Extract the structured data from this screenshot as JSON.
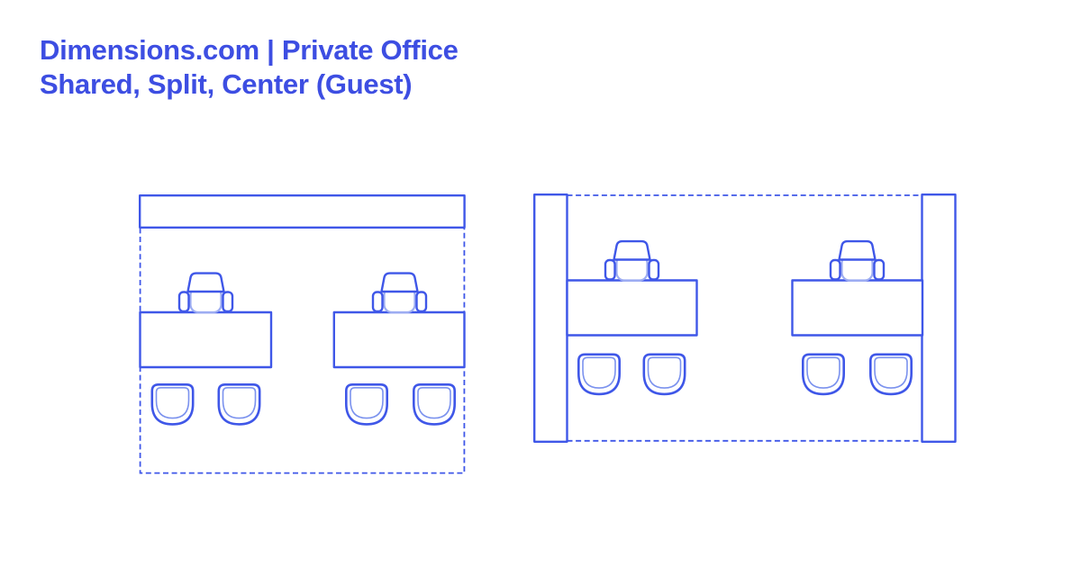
{
  "header": {
    "title_line1": "Dimensions.com | Private Office",
    "title_line2": "Shared, Split, Center (Guest)"
  },
  "colors": {
    "background": "#ffffff",
    "title": "#3d4ee2",
    "stroke": "#3f57e8",
    "stroke_mid": "#7b92ee",
    "stroke_light": "#9dadf2"
  },
  "diagrams": {
    "left_plan": {
      "label": "plan-top-wall",
      "walls": 1,
      "desks": 2,
      "office_chairs": 2,
      "guest_chairs": 4,
      "outline_style": "dashed"
    },
    "right_plan": {
      "label": "plan-side-walls",
      "walls": 2,
      "desks": 2,
      "office_chairs": 2,
      "guest_chairs": 4,
      "outline_style": "dashed"
    }
  }
}
